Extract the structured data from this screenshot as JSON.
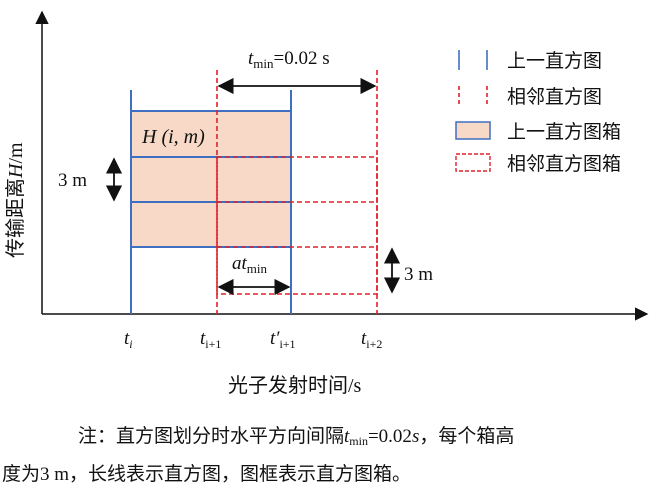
{
  "axes": {
    "y_label_prefix": "传输距离",
    "y_label_var": "H",
    "y_label_unit": "/m",
    "x_label": "光子发射时间/s"
  },
  "ticks": [
    {
      "base": "t",
      "sub": "i",
      "prime": ""
    },
    {
      "base": "t",
      "sub": "i+1",
      "prime": ""
    },
    {
      "base": "t",
      "sub": "i+1",
      "prime": "′"
    },
    {
      "base": "t",
      "sub": "i+2",
      "prime": ""
    }
  ],
  "annotations": {
    "tmin_base": "t",
    "tmin_sub": "min",
    "tmin_value": "=0.02 s",
    "box_label": "H (i, m)",
    "height_label_left": "3 m",
    "height_label_right": "3 m",
    "at_base": "at",
    "at_sub": "min"
  },
  "legend": [
    {
      "label": "上一直方图"
    },
    {
      "label": "相邻直方图"
    },
    {
      "label": "上一直方图箱"
    },
    {
      "label": "相邻直方图箱"
    }
  ],
  "note": {
    "line1_prefix": "注：直方图划分时水平方向间隔",
    "line1_var": "t",
    "line1_sub": "min",
    "line1_value": "=0.02",
    "line1_unit": "s",
    "line1_suffix": "，每个箱高",
    "line2": "度为3 m，长线表示直方图，图框表示直方图箱。"
  },
  "colors": {
    "blue": "#3f6fc0",
    "red": "#e0202a",
    "fill": "#f8d9c8",
    "black": "#111111"
  }
}
